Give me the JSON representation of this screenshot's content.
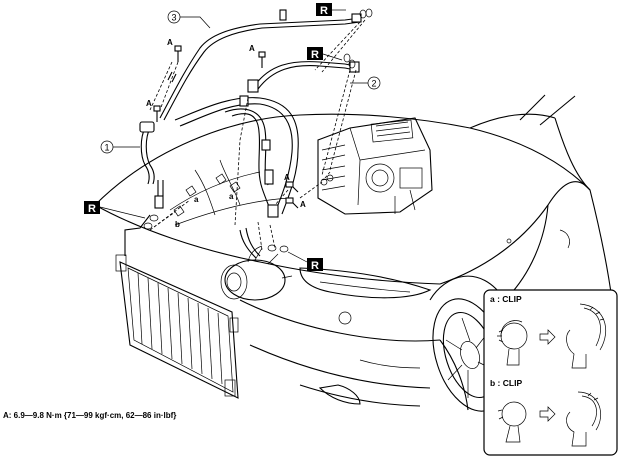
{
  "callouts": {
    "c1": "1",
    "c2": "2",
    "c3": "3"
  },
  "torque_marker": "A",
  "replace_marker": "R",
  "clip_labels": {
    "a": "a",
    "b": "b"
  },
  "clip_panel": {
    "a_title": "a : CLIP",
    "b_title": "b : CLIP"
  },
  "footnote": "A: 6.9—9.8 N·m {71—99 kgf·cm, 62—86 in·lbf}"
}
